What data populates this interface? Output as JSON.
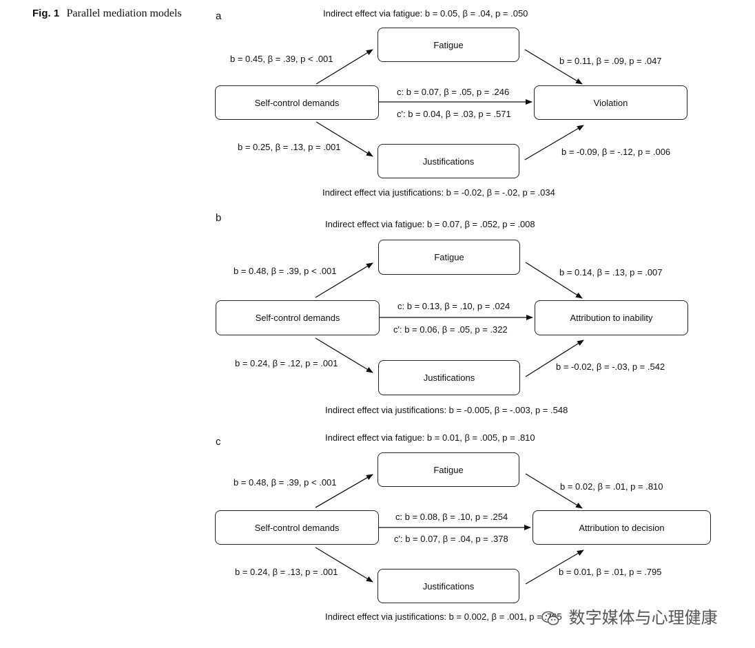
{
  "caption": {
    "label": "Fig. 1",
    "text": "Parallel mediation models"
  },
  "panels": [
    {
      "letter": "a",
      "indirect_top": "Indirect effect via fatigue: b = 0.05, β = .04, p = .050",
      "indirect_bottom": "Indirect effect via justifications: b = -0.02, β = -.02, p = .034",
      "predictor": "Self-control demands",
      "mediator1": "Fatigue",
      "mediator2": "Justifications",
      "outcome": "Violation",
      "path_a1": "b = 0.45, β = .39, p < .001",
      "path_b1": "b = 0.11, β = .09, p = .047",
      "path_a2": "b = 0.25, β = .13, p = .001",
      "path_b2": "b = -0.09, β = -.12, p = .006",
      "path_c": "c: b = 0.07, β = .05, p = .246",
      "path_c_prime": "c': b = 0.04, β = .03, p = .571"
    },
    {
      "letter": "b",
      "indirect_top": "Indirect effect via fatigue: b = 0.07, β = .052, p = .008",
      "indirect_bottom": "Indirect effect via justifications: b = -0.005, β = -.003, p = .548",
      "predictor": "Self-control demands",
      "mediator1": "Fatigue",
      "mediator2": "Justifications",
      "outcome": "Attribution to inability",
      "path_a1": "b = 0.48, β = .39, p < .001",
      "path_b1": "b = 0.14, β = .13, p = .007",
      "path_a2": "b = 0.24, β = .12, p = .001",
      "path_b2": "b = -0.02, β = -.03, p = .542",
      "path_c": "c: b = 0.13, β = .10, p = .024",
      "path_c_prime": "c': b = 0.06, β = .05, p = .322"
    },
    {
      "letter": "c",
      "indirect_top": "Indirect effect via fatigue: b = 0.01, β = .005, p = .810",
      "indirect_bottom": "Indirect effect via justifications: b = 0.002, β = .001, p = .795",
      "predictor": "Self-control demands",
      "mediator1": "Fatigue",
      "mediator2": "Justifications",
      "outcome": "Attribution to decision",
      "path_a1": "b = 0.48, β = .39, p < .001",
      "path_b1": "b = 0.02, β = .01, p = .810",
      "path_a2": "b = 0.24, β = .13, p = .001",
      "path_b2": "b = 0.01, β = .01, p = .795",
      "path_c": "c:  b = 0.08, β = .10, p = .254",
      "path_c_prime": "c': b = 0.07, β = .04, p = .378"
    }
  ],
  "watermark": {
    "text": "数字媒体与心理健康",
    "icon": "wechat-icon"
  }
}
